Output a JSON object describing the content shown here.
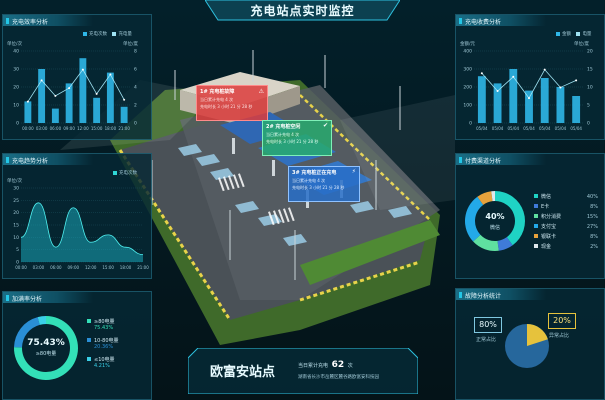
{
  "header": {
    "title": "充电站点实时监控"
  },
  "panels": {
    "efficiency": {
      "title": "充电效率分析",
      "legend": [
        "充电次数",
        "充电量"
      ],
      "units_left": "单位/次",
      "units_right": "单位/度",
      "y_left": [
        "40",
        "30",
        "20",
        "10",
        "0"
      ],
      "y_right": [
        "8",
        "6",
        "4",
        "2",
        "0"
      ],
      "x": [
        "00:00",
        "03:00",
        "06:00",
        "09:00",
        "12:00",
        "15:00",
        "18:00",
        "21:00"
      ]
    },
    "trend": {
      "title": "充电趋势分析",
      "legend": "充电次数",
      "units": "单位/次",
      "y": [
        "30",
        "25",
        "20",
        "15",
        "10",
        "5",
        "0"
      ],
      "x": [
        "00:00",
        "03:00",
        "06:00",
        "09:00",
        "12:00",
        "15:00",
        "18:00",
        "21:00"
      ]
    },
    "utilization": {
      "title": "加满率分析",
      "percent": "75.43%",
      "sub": "≥80电量",
      "legend": [
        {
          "label": "≥80电量",
          "value": "75.43%",
          "color": "#33e0b8"
        },
        {
          "label": "10-80电量",
          "value": "20.36%",
          "color": "#2a8fd6"
        },
        {
          "label": "≤10电量",
          "value": "4.21%",
          "color": "#3ad0e8"
        }
      ]
    },
    "revenue": {
      "title": "充电收费分析",
      "legend": [
        "金额",
        "电量"
      ],
      "units_left": "金额/元",
      "units_right": "单位/度",
      "y_left": [
        "400",
        "300",
        "200",
        "100",
        "0"
      ],
      "y_right": [
        "20",
        "15",
        "10",
        "5",
        "0"
      ],
      "x": [
        "05/04",
        "05/04",
        "05/04",
        "05/04",
        "05/04",
        "05/04",
        "05/04"
      ]
    },
    "payment": {
      "title": "付费渠道分析",
      "center_percent": "40%",
      "center_label": "微信",
      "items": [
        {
          "label": "微信",
          "value": "40%",
          "color": "#1fd3c4"
        },
        {
          "label": "E卡",
          "value": "8%",
          "color": "#3f7bd9"
        },
        {
          "label": "积分消费",
          "value": "15%",
          "color": "#5fe0a0"
        },
        {
          "label": "支付宝",
          "value": "27%",
          "color": "#23a9e8"
        },
        {
          "label": "银联卡",
          "value": "8%",
          "color": "#e6a23c"
        },
        {
          "label": "现金",
          "value": "2%",
          "color": "#dfe8ec"
        }
      ]
    },
    "fault": {
      "title": "故障分析统计",
      "left_value": "80%",
      "left_label": "正常占比",
      "right_value": "20%",
      "right_label": "异常占比"
    }
  },
  "station": {
    "name": "欧富安站点",
    "count_label": "当日累计充电",
    "count_value": "62",
    "count_unit": "次",
    "address": "湖南省长沙市岳麓区麓谷路欧富安科技园"
  },
  "chargers": [
    {
      "title": "1# 充电桩故障",
      "line1": "当日累计充电 4 次",
      "line2": "充电时长 3 小时 21 分 28 秒",
      "status": "fault"
    },
    {
      "title": "2# 充电桩空闲",
      "line1": "当日累计充电 4 次",
      "line2": "充电时长 3 小时 21 分 28 秒",
      "status": "idle"
    },
    {
      "title": "3# 充电桩正在充电",
      "line1": "当日累计充电 4 次",
      "line2": "充电时长 3 小时 21 分 28 秒",
      "status": "charging"
    }
  ],
  "chart_data": [
    {
      "type": "bar",
      "title": "充电效率分析",
      "categories": [
        "00:00",
        "03:00",
        "06:00",
        "09:00",
        "12:00",
        "15:00",
        "18:00",
        "21:00"
      ],
      "series": [
        {
          "name": "充电次数",
          "values": [
            12,
            30,
            8,
            22,
            36,
            14,
            28,
            9
          ]
        },
        {
          "name": "充电量",
          "type": "line",
          "values": [
            2.2,
            4.4,
            2.8,
            3.6,
            5.5,
            3.0,
            5.0,
            2.4
          ]
        }
      ],
      "ylim": [
        0,
        40
      ],
      "ylabel": "单位/次"
    },
    {
      "type": "area",
      "title": "充电趋势分析",
      "x": [
        "00:00",
        "03:00",
        "06:00",
        "09:00",
        "12:00",
        "15:00",
        "18:00",
        "21:00"
      ],
      "series": [
        {
          "name": "充电次数",
          "values": [
            10,
            24,
            6,
            22,
            8,
            11,
            6,
            3
          ]
        }
      ],
      "ylim": [
        0,
        30
      ],
      "ylabel": "单位/次"
    },
    {
      "type": "bar",
      "title": "充电收费分析",
      "categories": [
        "05/04",
        "05/04",
        "05/04",
        "05/04",
        "05/04",
        "05/04",
        "05/04"
      ],
      "series": [
        {
          "name": "金额",
          "values": [
            260,
            220,
            300,
            180,
            250,
            200,
            150
          ]
        },
        {
          "name": "电量",
          "type": "line",
          "values": [
            14,
            9,
            13,
            7,
            15,
            10,
            12
          ]
        }
      ],
      "ylim": [
        0,
        400
      ],
      "ylabel": "金额/元"
    },
    {
      "type": "pie",
      "title": "付费渠道分析",
      "categories": [
        "微信",
        "E卡",
        "积分消费",
        "支付宝",
        "银联卡",
        "现金"
      ],
      "values": [
        40,
        8,
        15,
        27,
        8,
        2
      ]
    },
    {
      "type": "pie",
      "title": "加满率分析",
      "categories": [
        "≥80电量",
        "10-80电量",
        "≤10电量"
      ],
      "values": [
        75.43,
        20.36,
        4.21
      ]
    },
    {
      "type": "pie",
      "title": "故障分析统计",
      "categories": [
        "正常占比",
        "异常占比"
      ],
      "values": [
        80,
        20
      ]
    }
  ]
}
